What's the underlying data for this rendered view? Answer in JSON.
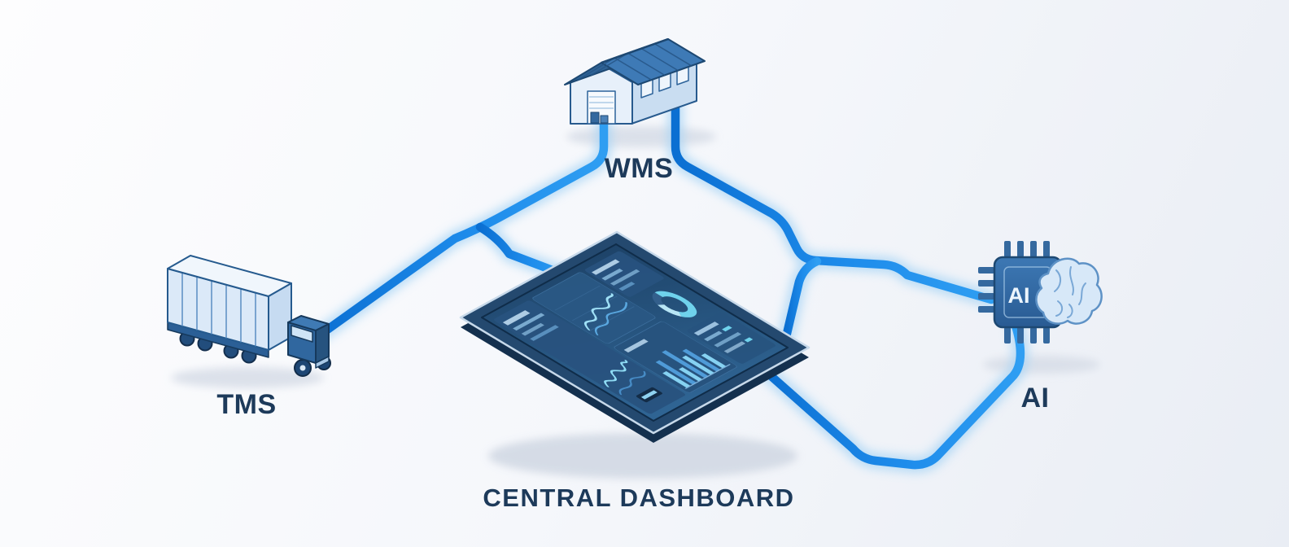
{
  "diagram": {
    "background_color": "#f5f7fb",
    "line_color": "#1486e8",
    "line_glow_color": "#a6d4f5",
    "label_color": "#1d3a5a",
    "nodes": {
      "wms": {
        "label": "WMS",
        "icon": "warehouse-icon"
      },
      "tms": {
        "label": "TMS",
        "icon": "truck-icon"
      },
      "ai": {
        "label": "AI",
        "icon": "ai-chip-brain-icon",
        "chip_text": "AI"
      },
      "dashboard": {
        "label": "CENTRAL DASHBOARD",
        "icon": "tablet-dashboard-icon"
      }
    },
    "connections": [
      {
        "from": "wms",
        "to": "tms"
      },
      {
        "from": "wms",
        "to": "ai"
      },
      {
        "from": "tms",
        "to": "dashboard"
      },
      {
        "from": "ai",
        "to": "dashboard"
      }
    ]
  }
}
